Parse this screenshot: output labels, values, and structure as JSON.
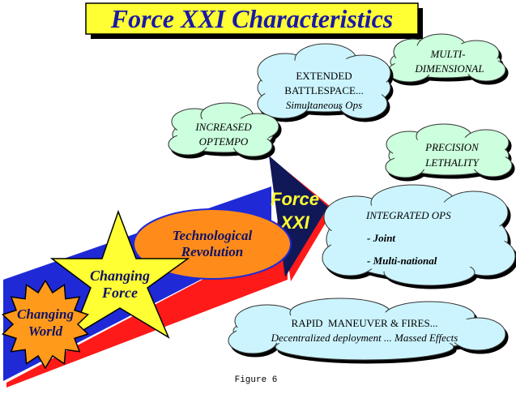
{
  "title": "Force XXI Characteristics",
  "arrow_label": [
    "Force",
    "XXI"
  ],
  "ellipse_label": [
    "Technological",
    "Revolution"
  ],
  "star_label": [
    "Changing",
    "Force"
  ],
  "burst_label": [
    "Changing",
    "World"
  ],
  "clouds": {
    "multi": [
      "MULTI-",
      "DIMENSIONAL"
    ],
    "battlespace": [
      "EXTENDED",
      "BATTLESPACE...",
      "Simultaneous Ops"
    ],
    "optempo": [
      "INCREASED",
      "OPTEMPO"
    ],
    "precision": [
      "PRECISION",
      "LETHALITY"
    ],
    "integrated": [
      "INTEGRATED OPS",
      "- Joint",
      "- Multi-national"
    ],
    "maneuver": [
      "RAPID  MANEUVER & FIRES...",
      "Decentralized deployment ... Massed Effects"
    ]
  },
  "caption": "Figure 6",
  "colors": {
    "title_bg": "#ffff33",
    "title_text": "#1a1aa6",
    "arrow_blue": "#1f2ad6",
    "arrow_red": "#ff1a1a",
    "arrow_head": "#101858",
    "ellipse": "#ff8c1a",
    "star": "#ffff33",
    "burst": "#ff9a1a",
    "cloud": "#ccffdd",
    "cloud_blue": "#ccf4ff"
  }
}
